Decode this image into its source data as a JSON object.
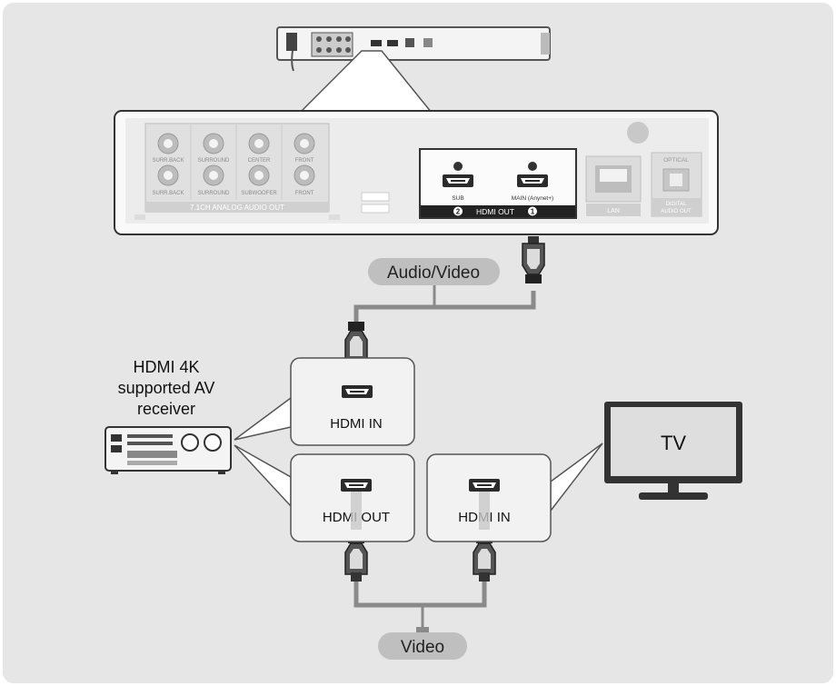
{
  "colors": {
    "background_panel": "#e6e6e6",
    "callout_fill": "#f2f2f2",
    "pill_fill": "#bfbfbf",
    "cable": "#8a8a8a",
    "device_dark": "#333333"
  },
  "player_rear_panel": {
    "analog_out": {
      "title": "7.1CH ANALOG AUDIO OUT",
      "jacks": [
        "SURR.BACK",
        "SURROUND",
        "CENTER",
        "FRONT",
        "SURR.BACK",
        "SURROUND",
        "SUBWOOFER",
        "FRONT"
      ]
    },
    "hdmi_out": {
      "title": "HDMI OUT",
      "port_sub": "SUB",
      "port_main": "MAIN (Anynet+)",
      "num_sub": "2",
      "num_main": "1"
    },
    "lan": "LAN",
    "optical_top": "OPTICAL",
    "optical_bottom_1": "DIGITAL",
    "optical_bottom_2": "AUDIO OUT"
  },
  "pills": {
    "audio_video": "Audio/Video",
    "video": "Video"
  },
  "receiver": {
    "label_line1": "HDMI 4K",
    "label_line2": "supported AV",
    "label_line3": "receiver",
    "hdmi_in": "HDMI IN",
    "hdmi_out": "HDMI OUT"
  },
  "tv": {
    "label": "TV",
    "hdmi_in": "HDMI IN"
  }
}
